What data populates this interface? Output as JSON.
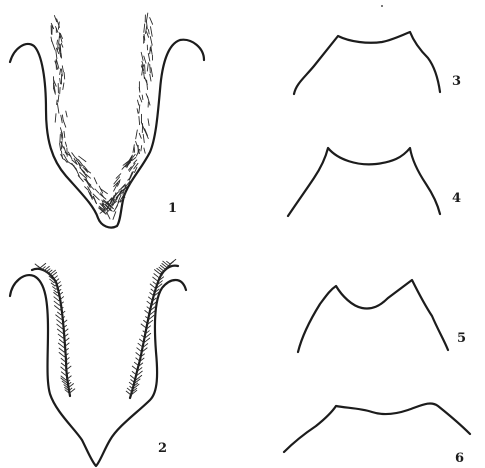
{
  "figures": [
    {
      "id": "fig-1",
      "label": "1",
      "kind": "hairy-v-outline"
    },
    {
      "id": "fig-2",
      "label": "2",
      "kind": "outline-with-bristle-rods"
    },
    {
      "id": "fig-3",
      "label": "3",
      "kind": "margin-profile"
    },
    {
      "id": "fig-4",
      "label": "4",
      "kind": "margin-profile"
    },
    {
      "id": "fig-5",
      "label": "5",
      "kind": "margin-profile"
    },
    {
      "id": "fig-6",
      "label": "6",
      "kind": "margin-profile"
    }
  ],
  "colors": {
    "ink": "#1c1c1c",
    "paper": "#ffffff"
  }
}
